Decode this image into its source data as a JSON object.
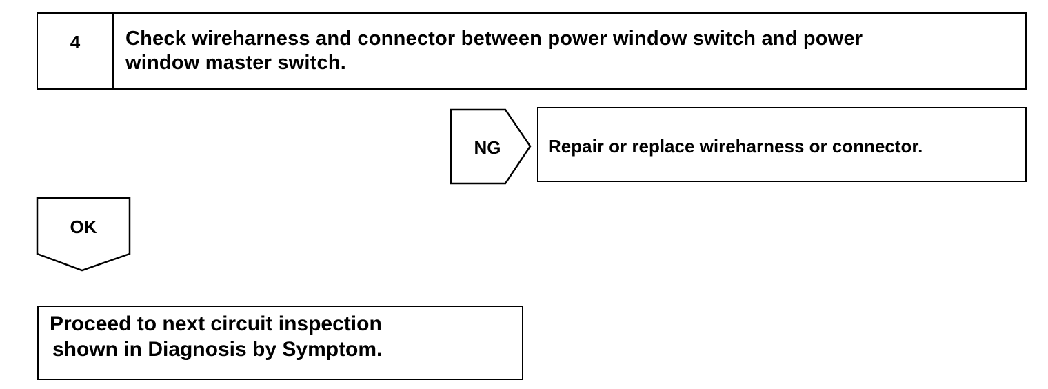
{
  "step": {
    "number": "4",
    "title_line1": "Check wireharness and connector between power window switch and power",
    "title_line2": "window master switch."
  },
  "ng_branch": {
    "label": "NG",
    "action": "Repair or replace wireharness or connector."
  },
  "ok_branch": {
    "label": "OK"
  },
  "result": {
    "line1": "Proceed to next circuit inspection",
    "line2": "shown in Diagnosis by Symptom."
  }
}
